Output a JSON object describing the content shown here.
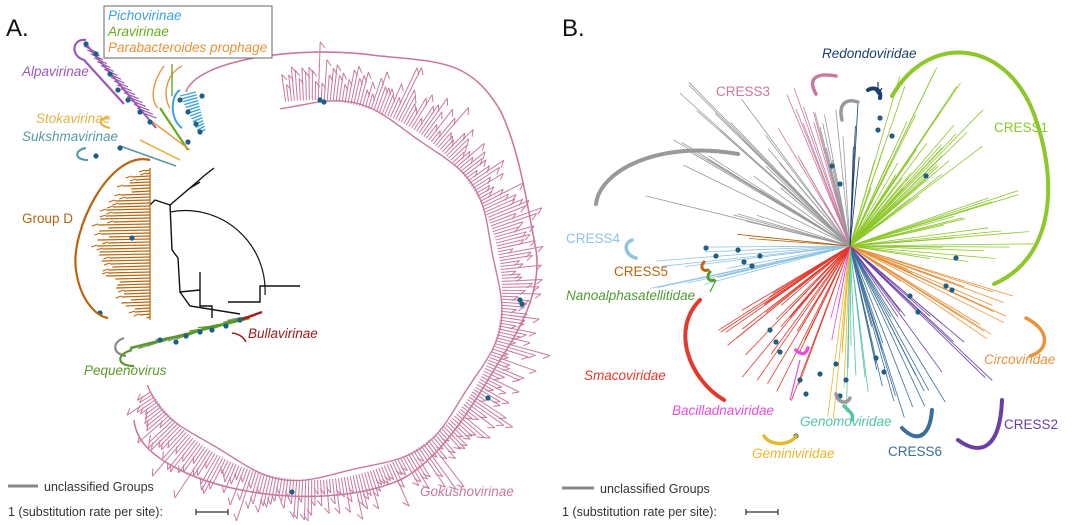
{
  "panels": {
    "a": "A.",
    "b": "B."
  },
  "legend_box": [
    "Pichovirinae",
    "Aravirinae",
    "Parabacteroides prophage"
  ],
  "labels_a": {
    "alpavirinae": "Alpavirinae",
    "stokavirinae": "Stokavirinae",
    "sukshmavirinae": "Sukshmavirinae",
    "group_d": "Group D",
    "bullavirinae": "Bullavirinae",
    "pequenovirus": "Pequenovirus",
    "gokushovirinae": "Gokushovirinae"
  },
  "labels_b": {
    "redondoviridae": "Redondoviridae",
    "cress3": "CRESS3",
    "cress1": "CRESS1",
    "cress4": "CRESS4",
    "cress5": "CRESS5",
    "nanoalphasatellitidae": "Nanoalphasatellitidae",
    "smacoviridae": "Smacoviridae",
    "circoviridae": "Circoviridae",
    "bacilladnaviridae": "Bacilladnaviridae",
    "genomoviridae": "Genomoviridae",
    "geminiviridae": "Geminiviridae",
    "cress6": "CRESS6",
    "cress2": "CRESS2"
  },
  "unclassified": "unclassified Groups",
  "scale": "1 (substitution rate per site):",
  "colors": {
    "pichovirinae": "#3ea3dc",
    "aravirinae": "#6aaa1e",
    "parabacteroides": "#e8923a",
    "alpavirinae": "#9b59b6",
    "stokavirinae": "#e2b445",
    "sukshmavirinae": "#5a9aa0",
    "group_d": "#b8650e",
    "bullavirinae": "#a01b1b",
    "pequenovirus": "#5a9a2c",
    "gokushovirinae": "#c879a0",
    "redondoviridae": "#1c3f6e",
    "cress3": "#c879a0",
    "cress1": "#8dc72a",
    "cress4": "#8fc3e2",
    "cress5": "#b8650e",
    "nanoalphasatellitidae": "#4f9a36",
    "smacoviridae": "#e3392b",
    "circoviridae": "#e8923a",
    "bacilladnaviridae": "#e94ce0",
    "genomoviridae": "#52c4a6",
    "geminiviridae": "#e6b92a",
    "cress6": "#3b6e9a",
    "cress2": "#6a3fa3",
    "unclassified": "#999999",
    "dots": "#1f5f86"
  }
}
